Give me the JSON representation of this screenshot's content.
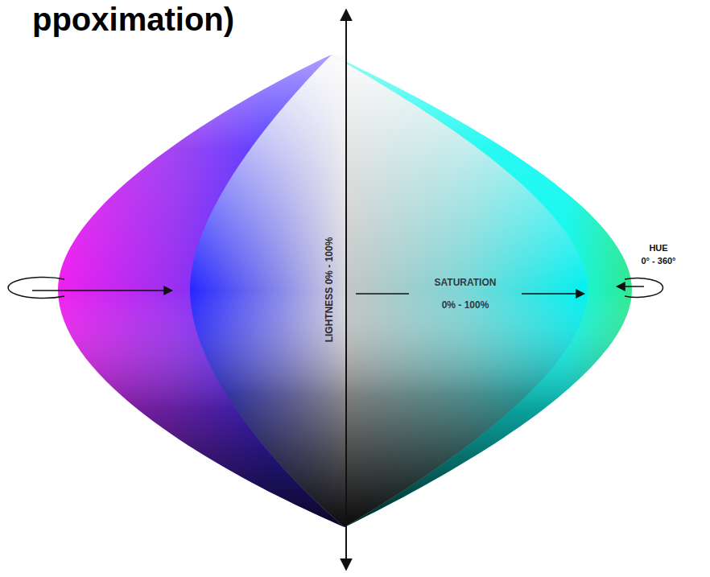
{
  "diagram": {
    "title": "ppoximation)",
    "labels": [
      "LIGHTNESS 0% - 100%",
      "SATURATION",
      "0% - 100%",
      "HUE",
      "0° - 360°"
    ]
  }
}
